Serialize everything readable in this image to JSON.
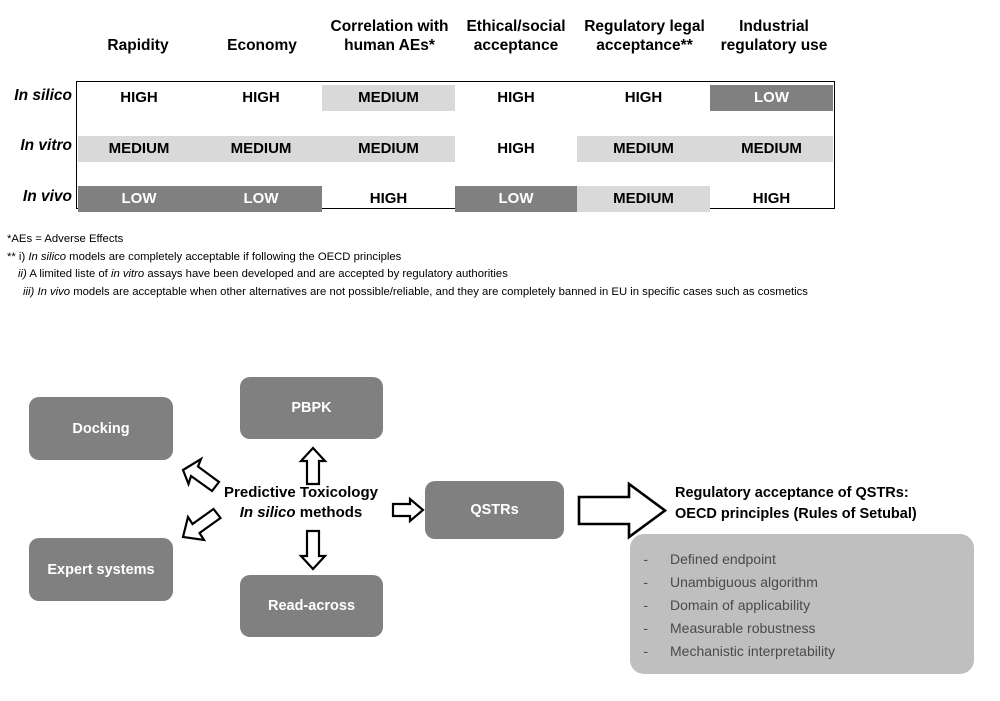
{
  "table": {
    "column_headers": [
      "Rapidity",
      "Economy",
      "Correlation with\nhuman AEs*",
      "Ethical/social\nacceptance",
      "Regulatory legal\nacceptance**",
      "Industrial\nregulatory use"
    ],
    "column_headers_flat": [
      [
        "Rapidity",
        ""
      ],
      [
        "Economy",
        ""
      ],
      [
        "Correlation with",
        "human AEs*"
      ],
      [
        "Ethical/social",
        "acceptance"
      ],
      [
        "Regulatory legal",
        "acceptance**"
      ],
      [
        "Industrial",
        "regulatory use"
      ]
    ],
    "row_labels": [
      "In silico",
      "In vitro",
      "In vivo"
    ],
    "rows": [
      {
        "label": "In silico",
        "cells": [
          {
            "value": "HIGH",
            "level": "high"
          },
          {
            "value": "HIGH",
            "level": "high"
          },
          {
            "value": "MEDIUM",
            "level": "medium"
          },
          {
            "value": "HIGH",
            "level": "high"
          },
          {
            "value": "HIGH",
            "level": "high"
          },
          {
            "value": "LOW",
            "level": "low"
          }
        ]
      },
      {
        "label": "In vitro",
        "cells": [
          {
            "value": "MEDIUM",
            "level": "medium"
          },
          {
            "value": "MEDIUM",
            "level": "medium"
          },
          {
            "value": "MEDIUM",
            "level": "medium"
          },
          {
            "value": "HIGH",
            "level": "high"
          },
          {
            "value": "MEDIUM",
            "level": "medium"
          },
          {
            "value": "MEDIUM",
            "level": "medium"
          }
        ]
      },
      {
        "label": "In vivo",
        "cells": [
          {
            "value": "LOW",
            "level": "low"
          },
          {
            "value": "LOW",
            "level": "low"
          },
          {
            "value": "HIGH",
            "level": "high"
          },
          {
            "value": "LOW",
            "level": "low"
          },
          {
            "value": "MEDIUM",
            "level": "medium"
          },
          {
            "value": "HIGH",
            "level": "high"
          }
        ]
      }
    ],
    "legend_colors": {
      "high": "#ffffff",
      "medium": "#d9d9d9",
      "low": "#808080"
    }
  },
  "footnotes": {
    "line1": "*AEs = Adverse Effects",
    "line2_prefix": "** i)",
    "line2_italic": "In silico",
    "line2_rest": "models are completely acceptable if following the OECD principles",
    "line3_prefix": "ii)",
    "line3_pre": "A limited liste of",
    "line3_italic": "in vitro",
    "line3_rest": "assays have  been developed and are accepted by regulatory authorities",
    "line4_prefix": "iii)",
    "line4_italic": "In vivo",
    "line4_rest": "models are acceptable when other alternatives are not possible/reliable, and they are completely banned in EU in specific cases such as cosmetics"
  },
  "diagram": {
    "boxes": {
      "docking": "Docking",
      "expert_systems": "Expert systems",
      "pbpk": "PBPK",
      "read_across": "Read-across",
      "qstrs": "QSTRs"
    },
    "center": {
      "line1": "Predictive Toxicology",
      "line2_italic": "In silico",
      "line2_rest": "methods"
    },
    "regulatory": {
      "heading_line1": "Regulatory acceptance of QSTRs:",
      "heading_line2": "OECD principles (Rules of Setubal)",
      "dash": "-",
      "principles": [
        "Defined endpoint",
        "Unambiguous algorithm",
        "Domain of applicability",
        "Measurable robustness",
        "Mechanistic interpretability"
      ]
    },
    "colors": {
      "box_fill": "#808080",
      "box_text": "#ffffff",
      "principles_fill": "#bfbfbf",
      "principles_text": "#4a4a4a"
    }
  }
}
